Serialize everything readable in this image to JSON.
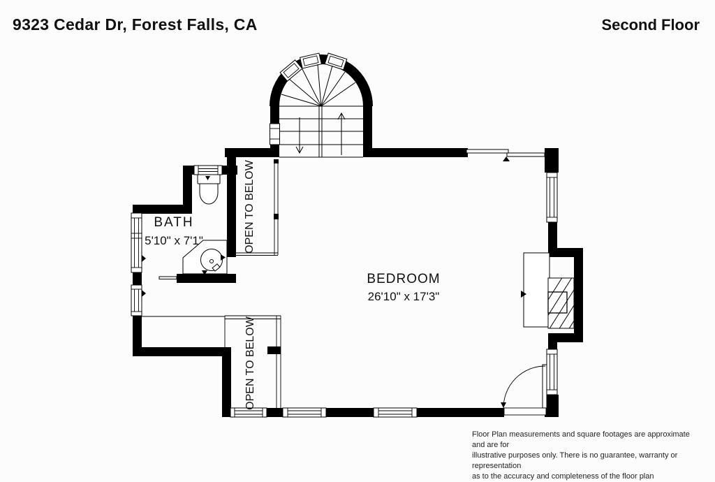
{
  "header": {
    "address": "9323 Cedar Dr, Forest Falls, CA",
    "floor_label": "Second Floor"
  },
  "rooms": {
    "bedroom": {
      "name": "BEDROOM",
      "dimensions": "26'10\" x 17'3\""
    },
    "bath": {
      "name": "BATH",
      "dimensions": "5'10\" x 7'1\""
    }
  },
  "annotations": {
    "open_to_below_upper": "OPEN TO BELOW",
    "open_to_below_lower": "OPEN TO BELOW"
  },
  "footer": {
    "disclaimer_line1": "Floor Plan measurements and square footages are approximate and are for",
    "disclaimer_line2": "illustrative purposes only. There is no guarantee, warranty or representation",
    "disclaimer_line3": "as to the accuracy and completeness of the floor plan"
  },
  "colors": {
    "wall": "#000000",
    "bg": "#fcfcfc",
    "ink": "#111111"
  }
}
